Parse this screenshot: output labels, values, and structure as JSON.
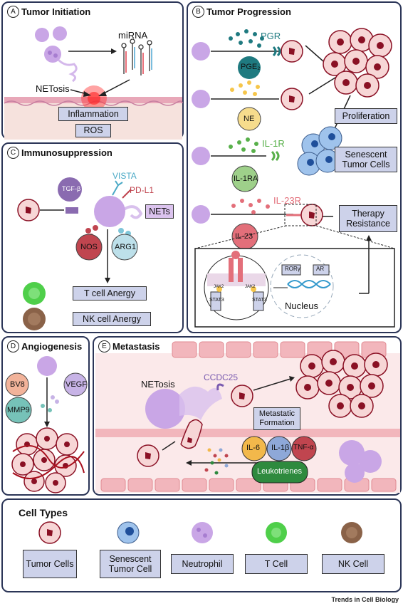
{
  "panels": {
    "a": {
      "letter": "A",
      "title": "Tumor Initiation",
      "mirna": "miRNA",
      "netosis": "NETosis",
      "inflammation": "Inflammation",
      "ros": "ROS"
    },
    "b": {
      "letter": "B",
      "title": "Tumor Progression",
      "pgr": "PGR",
      "pge2": "PGE₂",
      "ne": "NE",
      "il1r": "IL-1R",
      "il1ra": "IL-1RA",
      "il23r": "IL-23R",
      "il23": "IL-23",
      "proliferation": "Proliferation",
      "senescent": "Senescent Tumor Cells",
      "therapy": "Therapy Resistance",
      "jak2": "JAK2",
      "stat3": "STAT3",
      "rory": "RORγ",
      "ar": "AR",
      "nucleus": "Nucleus"
    },
    "c": {
      "letter": "C",
      "title": "Immunosuppression",
      "tgfb": "TGF-β",
      "vista": "VISTA",
      "pdl1": "PD-L1",
      "nets": "NETs",
      "nos": "NOS",
      "arg1": "ARG1",
      "tcell_anergy": "T cell Anergy",
      "nkcell_anergy": "NK cell Anergy"
    },
    "d": {
      "letter": "D",
      "title": "Angiogenesis",
      "bv8": "BV8",
      "vegf": "VEGF",
      "mmp9": "MMP9"
    },
    "e": {
      "letter": "E",
      "title": "Metastasis",
      "netosis": "NETosis",
      "ccdc25": "CCDC25",
      "metastatic": "Metastatic Formation",
      "il6": "IL-6",
      "il1b": "IL-1β",
      "tnfa": "TNF-α",
      "leukotrienes": "Leukotrienes"
    },
    "legend": {
      "title": "Cell Types",
      "tumor": "Tumor Cells",
      "senescent": "Senescent Tumor Cell",
      "neutrophil": "Neutrophil",
      "tcell": "T Cell",
      "nkcell": "NK Cell"
    }
  },
  "credit": "Trends in Cell Biology",
  "colors": {
    "border": "#2b3557",
    "label_box": "#cdd2ea",
    "neutrophil": "#c9a6e6",
    "tumor_fill": "#f7d6d6",
    "tumor_nucleus": "#8a1024",
    "pge2": "#1f7a80",
    "ne": "#f6dc8c",
    "il1ra": "#9ed08a",
    "il23": "#e36f7a",
    "tgfb": "#8a6bb0",
    "nos": "#c0454f",
    "arg1": "#bde0ea",
    "bv8": "#f2b39a",
    "vegf": "#c7b3e6",
    "mmp9": "#76c2b8",
    "il6": "#f2b84b",
    "il1b": "#8ea8d8",
    "tnfa": "#c0454f",
    "leukotrienes": "#2e8a3e",
    "tcell": "#4fcf4a",
    "nkcell": "#8a6248",
    "senescent": "#9fc3ec"
  }
}
